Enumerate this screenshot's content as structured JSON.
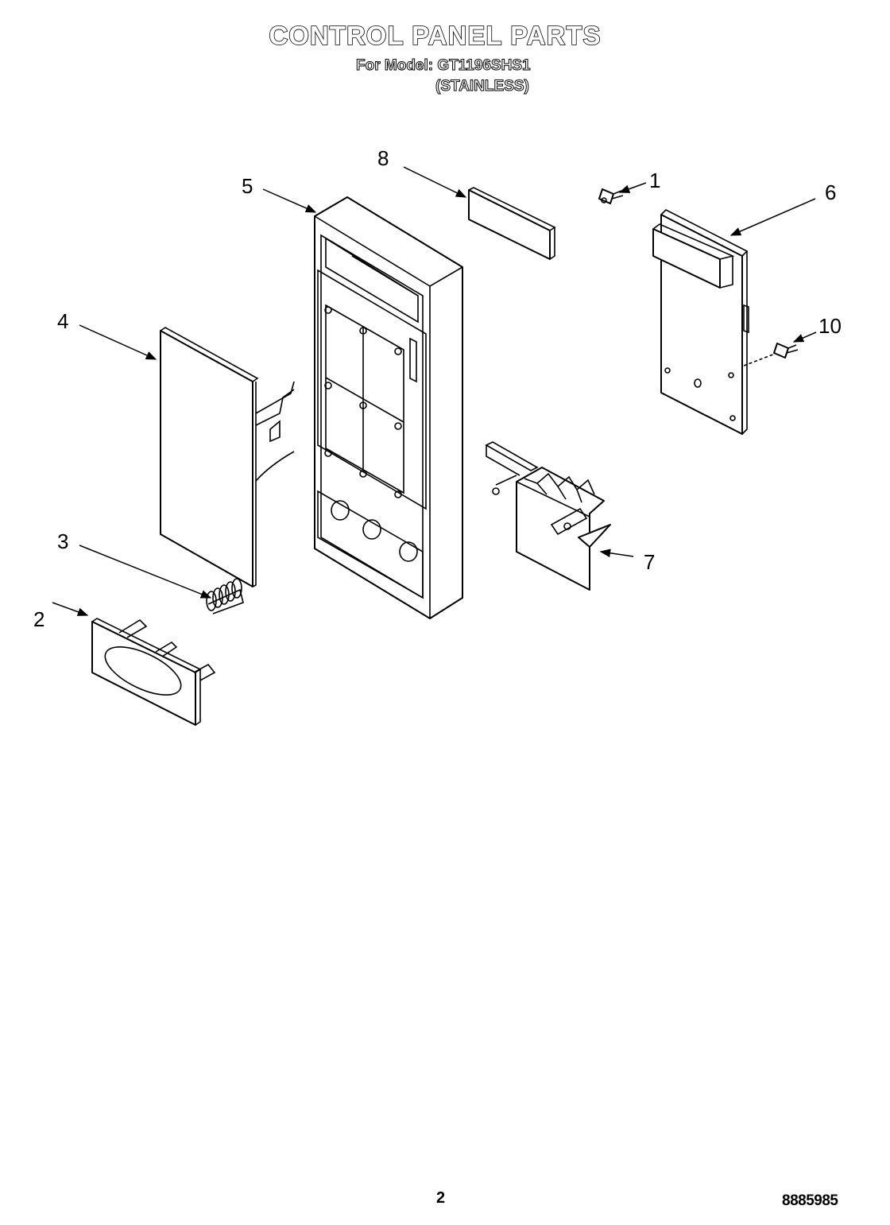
{
  "header": {
    "title": "CONTROL PANEL PARTS",
    "model_label": "For Model:",
    "model_number": "GT1196SHS1",
    "variant": "(STAINLESS)"
  },
  "callouts": [
    {
      "id": "1",
      "label": "1"
    },
    {
      "id": "2",
      "label": "2"
    },
    {
      "id": "3",
      "label": "3"
    },
    {
      "id": "4",
      "label": "4"
    },
    {
      "id": "5",
      "label": "5"
    },
    {
      "id": "6",
      "label": "6"
    },
    {
      "id": "7",
      "label": "7"
    },
    {
      "id": "8",
      "label": "8"
    },
    {
      "id": "10",
      "label": "10"
    }
  ],
  "footer": {
    "page_number": "2",
    "document_number": "8885985"
  }
}
